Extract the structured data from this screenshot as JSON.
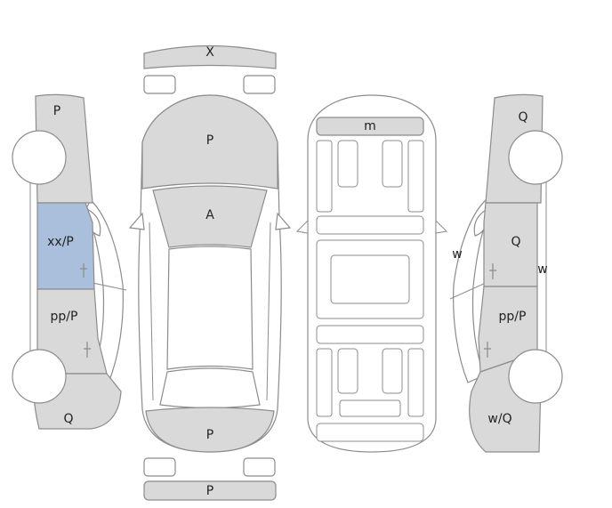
{
  "colors": {
    "panel": "#d9d9d9",
    "outline": "#8c8c8c",
    "highlight": "#a9bfdb",
    "background": "#ffffff"
  },
  "labels": {
    "front_bumper": "X",
    "rear_bumper": "P",
    "hood": "P",
    "windshield": "A",
    "trunk": "P",
    "roof": "m",
    "left_front_fender": "P",
    "left_front_door": "xx/P",
    "left_rear_door": "pp/P",
    "left_rear_quarter": "Q",
    "right_front_fender": "Q",
    "right_front_door": "Q",
    "right_rear_door": "pp/P",
    "right_rear_quarter": "w/Q",
    "right_front_door_edge": "w",
    "right_rear_door_edge": "w"
  }
}
